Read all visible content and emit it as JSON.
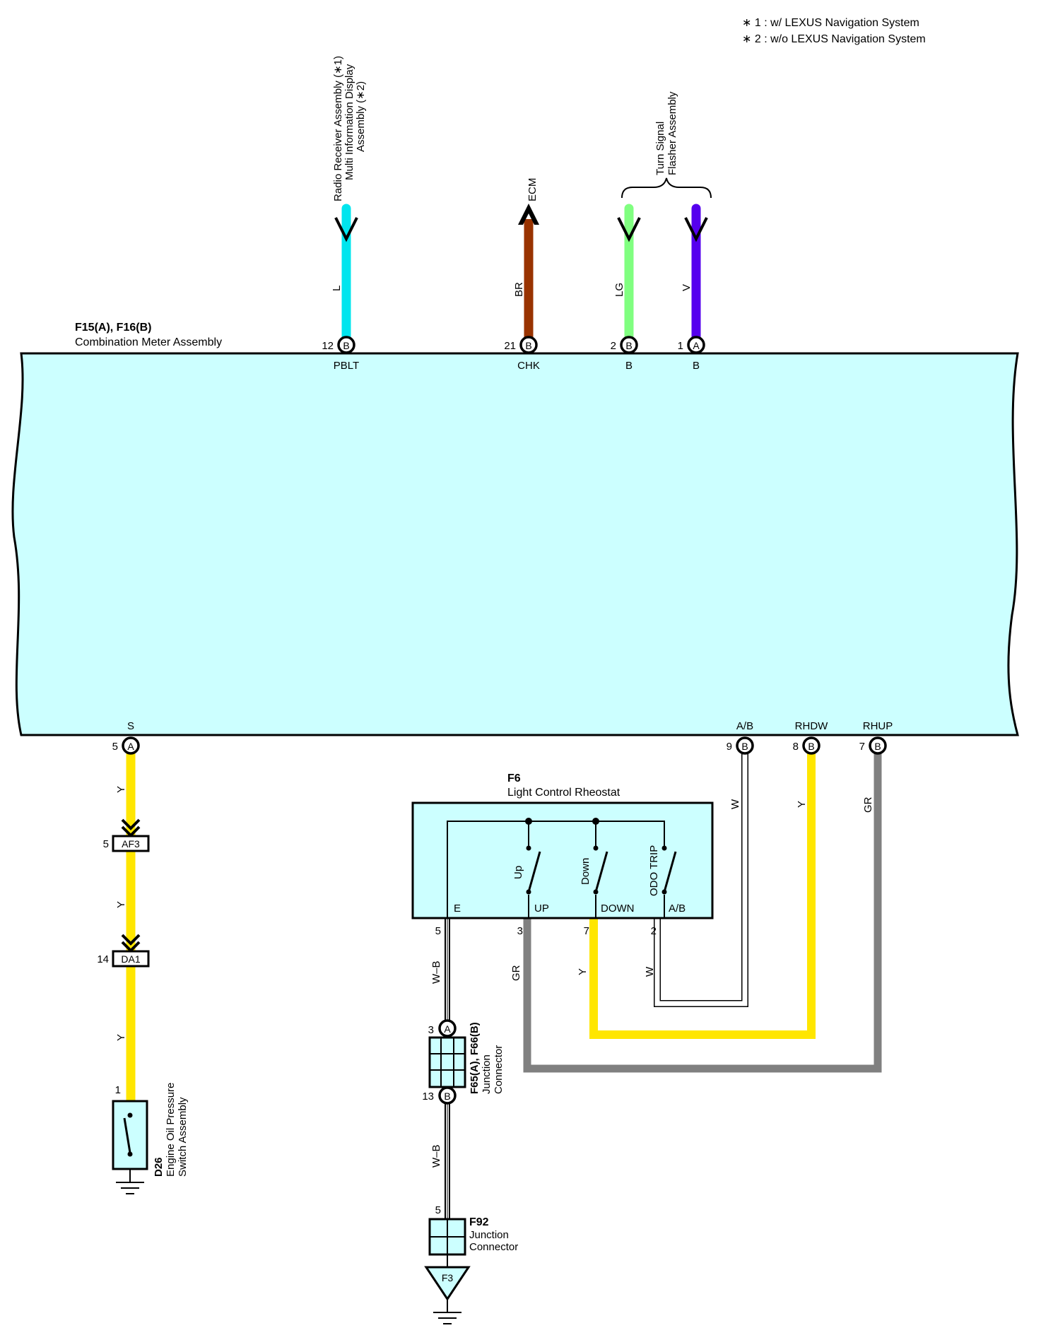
{
  "notes": [
    "∗ 1 : w/ LEXUS Navigation System",
    "∗ 2 : w/o LEXUS Navigation System"
  ],
  "meter": {
    "code": "F15(A), F16(B)",
    "name": "Combination Meter Assembly",
    "color": "#CCFFFF",
    "top_pins": [
      {
        "num": "12",
        "conn": "B",
        "label": "PBLT",
        "wire": "L",
        "wire_color": "#00E5EE"
      },
      {
        "num": "21",
        "conn": "B",
        "label": "CHK",
        "wire": "BR",
        "wire_color": "#993300"
      },
      {
        "num": "2",
        "conn": "B",
        "label": "B",
        "wire": "LG",
        "wire_color": "#80FF80"
      },
      {
        "num": "1",
        "conn": "A",
        "label": "B",
        "wire": "V",
        "wire_color": "#5500EE"
      }
    ],
    "bottom_pins": [
      {
        "num": "5",
        "conn": "A",
        "label": "S",
        "wire": "Y"
      },
      {
        "num": "9",
        "conn": "B",
        "label": "A/B",
        "wire": "W"
      },
      {
        "num": "8",
        "conn": "B",
        "label": "RHDW",
        "wire": "Y"
      },
      {
        "num": "7",
        "conn": "B",
        "label": "RHUP",
        "wire": "GR"
      }
    ]
  },
  "destinations": {
    "radio": [
      "Radio Receiver Assembly (∗1)",
      "Multi Information Display",
      "Assembly (∗2)"
    ],
    "ecm": "ECM",
    "flasher": [
      "Turn Signal",
      "Flasher Assembly"
    ]
  },
  "left_branch": {
    "connector1": {
      "num": "5",
      "name": "AF3",
      "wire": "Y"
    },
    "connector2": {
      "num": "14",
      "name": "DA1",
      "wire": "Y"
    },
    "wire3": "Y",
    "switch": {
      "pin": "1",
      "code": "D26",
      "name": [
        "Engine Oil Pressure",
        "Switch Assembly"
      ]
    }
  },
  "rheostat": {
    "code": "F6",
    "name": "Light Control Rheostat",
    "switches": [
      "Up",
      "Down",
      "ODO TRIP"
    ],
    "terminals": [
      "E",
      "UP",
      "DOWN",
      "A/B"
    ],
    "pins": [
      {
        "num": "5",
        "wire": "W–B"
      },
      {
        "num": "3",
        "wire": "GR"
      },
      {
        "num": "7",
        "wire": "Y"
      },
      {
        "num": "2",
        "wire": "W"
      }
    ]
  },
  "junction1": {
    "code": "F65(A), F66(B)",
    "name": [
      "Junction",
      "Connector"
    ],
    "pin_a": "3",
    "pin_b": "13",
    "wire_below": "W–B"
  },
  "junction2": {
    "code": "F92",
    "name": [
      "Junction",
      "Connector"
    ],
    "pin": "5",
    "ground": "F3"
  },
  "colors": {
    "yellow": "#FFE600",
    "gray": "#808080",
    "white": "#FFFFFF",
    "box": "#CCFFFF"
  }
}
